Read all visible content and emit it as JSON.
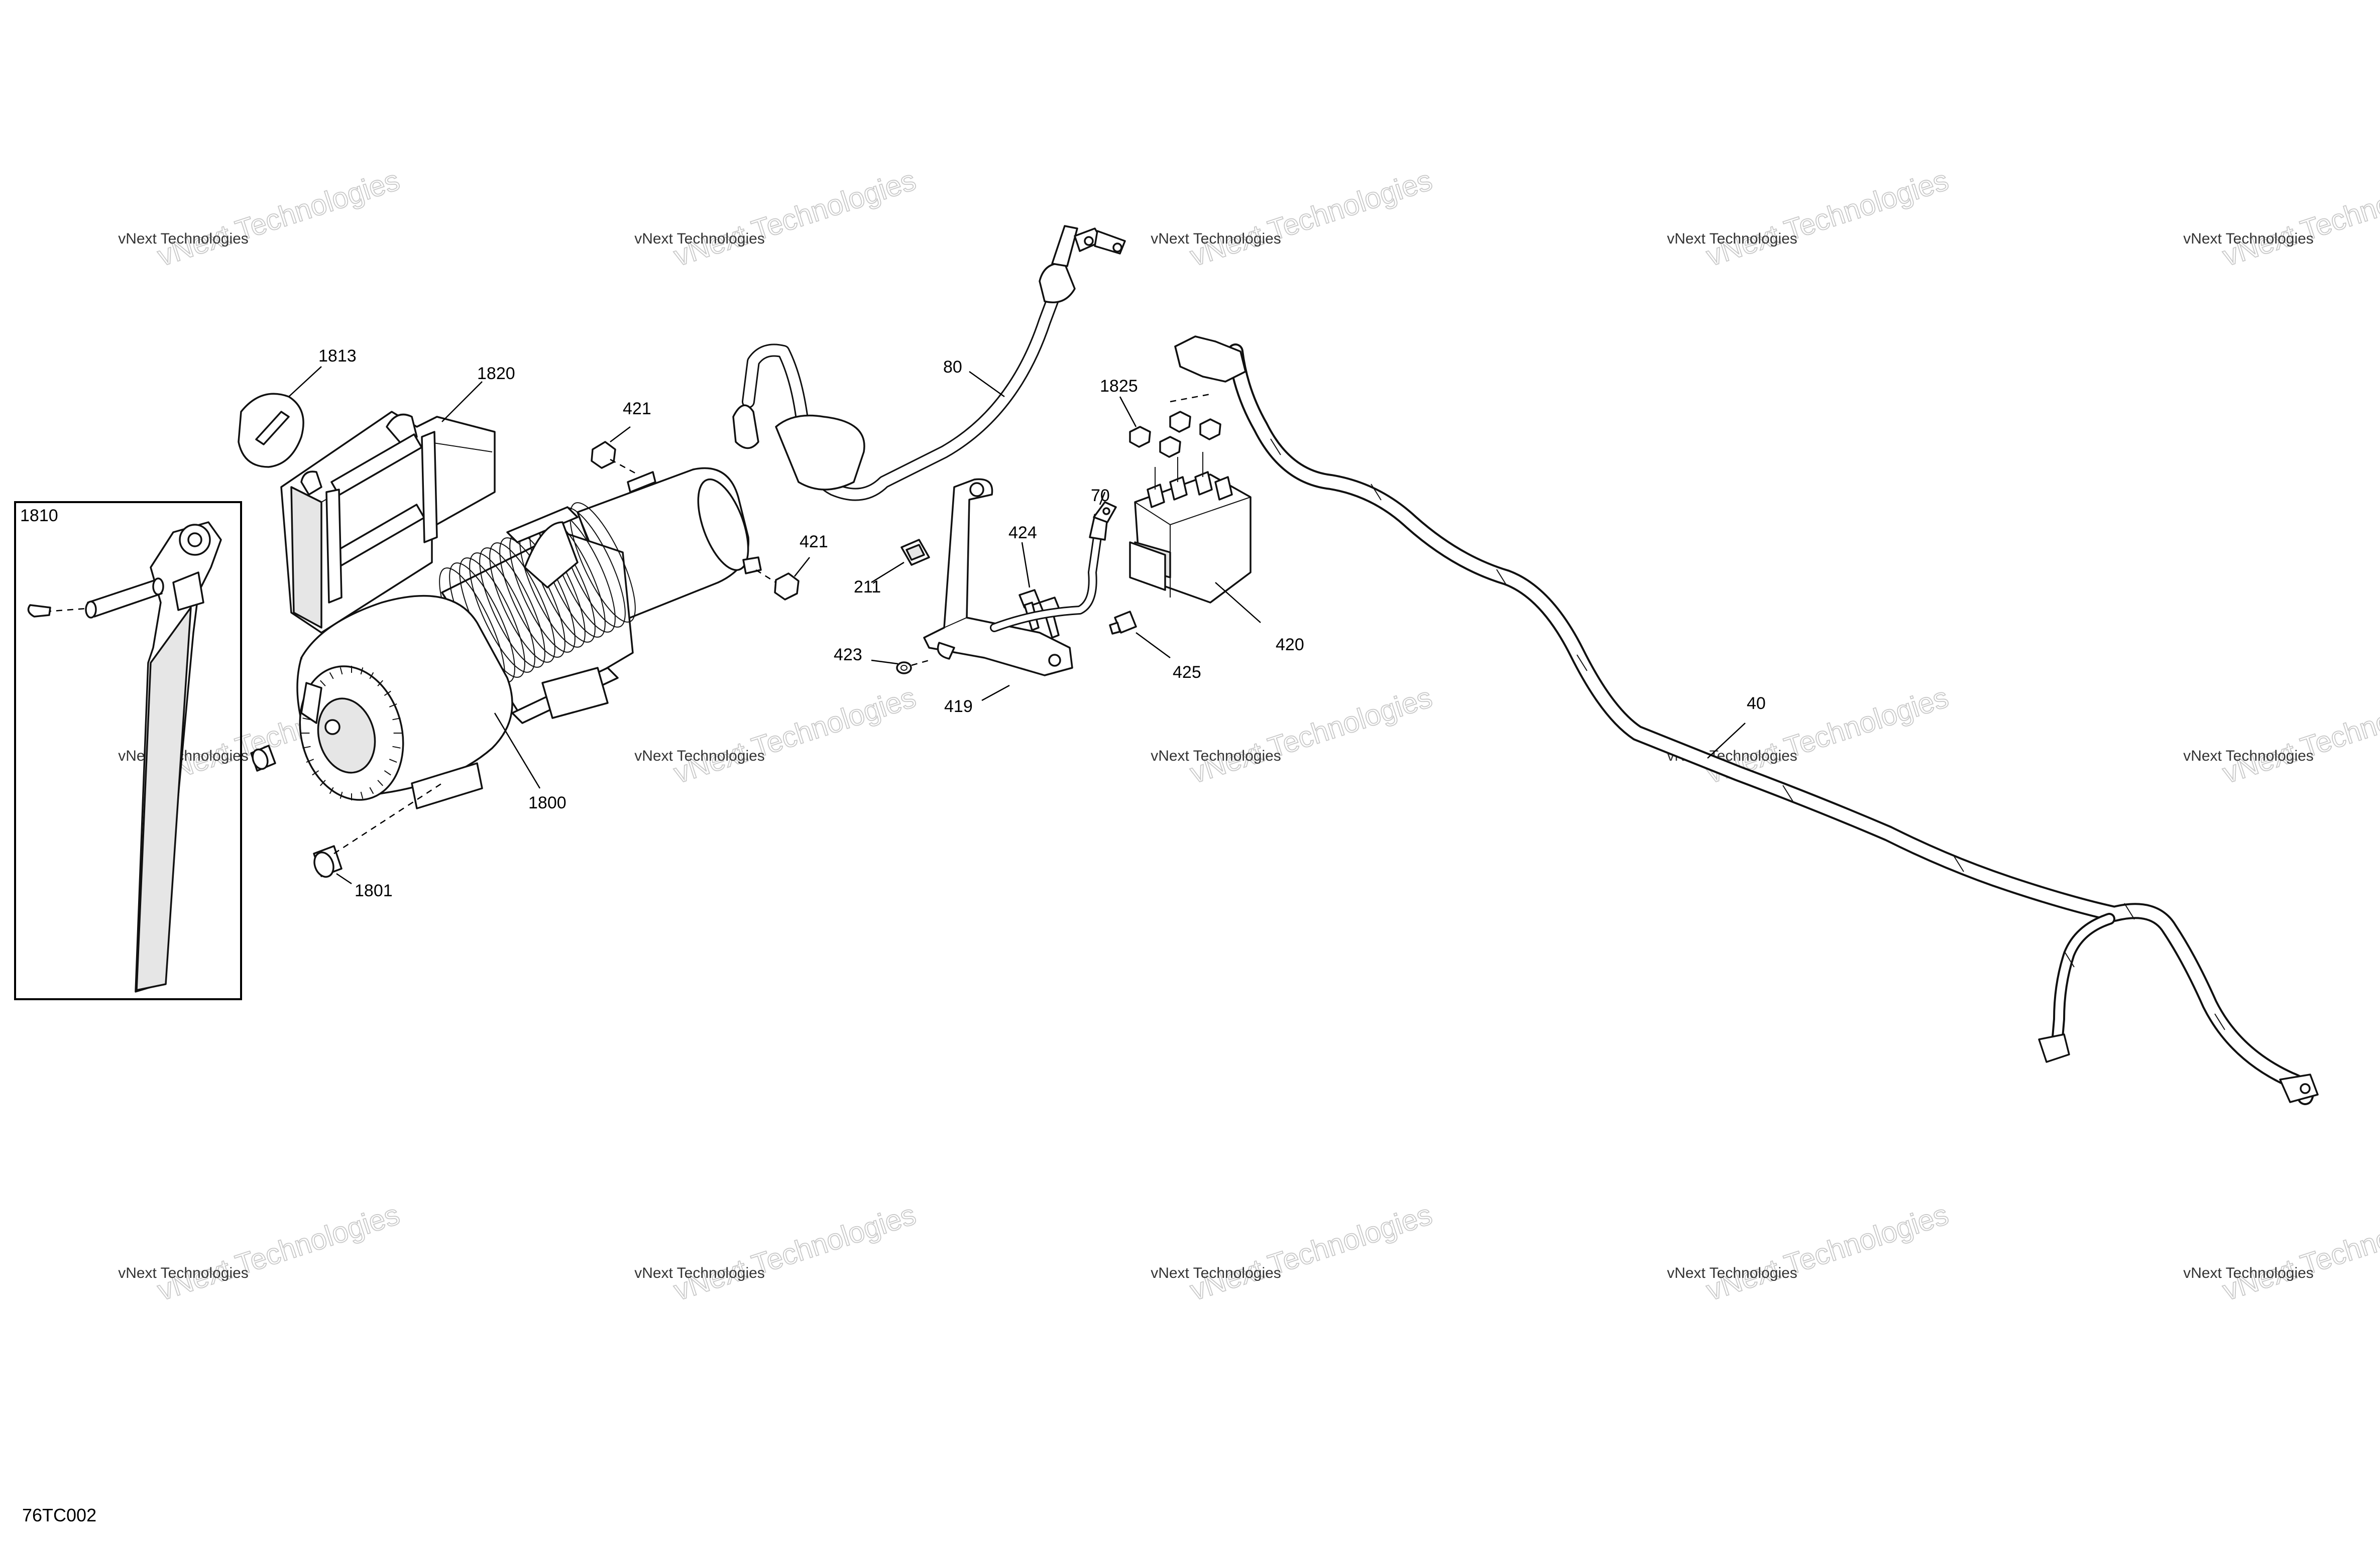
{
  "drawing_code": "76TC002",
  "inset_label": "1810",
  "watermark": {
    "line1": "vNext Technologies",
    "line2": "vNext Technologies"
  },
  "callouts": [
    {
      "id": "c1813",
      "text": "1813"
    },
    {
      "id": "c1820",
      "text": "1820"
    },
    {
      "id": "c421a",
      "text": "421"
    },
    {
      "id": "c421b",
      "text": "421"
    },
    {
      "id": "c80",
      "text": "80"
    },
    {
      "id": "c1825",
      "text": "1825"
    },
    {
      "id": "c70",
      "text": "70"
    },
    {
      "id": "c424",
      "text": "424"
    },
    {
      "id": "c211",
      "text": "211"
    },
    {
      "id": "c423",
      "text": "423"
    },
    {
      "id": "c419",
      "text": "419"
    },
    {
      "id": "c425",
      "text": "425"
    },
    {
      "id": "c420",
      "text": "420"
    },
    {
      "id": "c40",
      "text": "40"
    },
    {
      "id": "c1800",
      "text": "1800"
    },
    {
      "id": "c1801",
      "text": "1801"
    }
  ]
}
